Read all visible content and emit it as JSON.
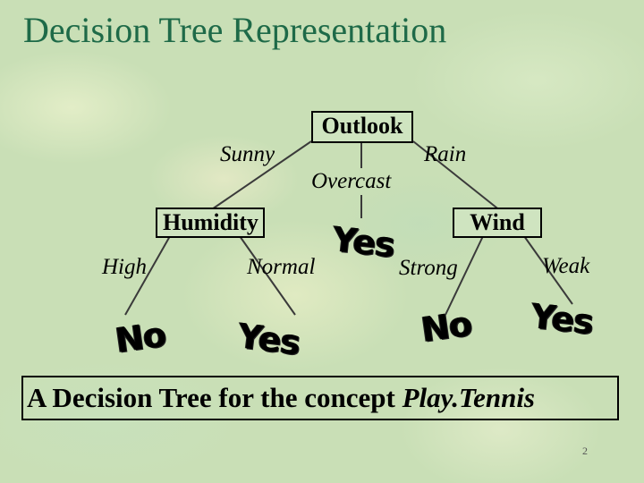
{
  "slide": {
    "title": "Decision Tree Representation",
    "page_number": "2"
  },
  "tree": {
    "root": {
      "label": "Outlook"
    },
    "edges": {
      "sunny": "Sunny",
      "overcast": "Overcast",
      "rain": "Rain",
      "high": "High",
      "normal": "Normal",
      "strong": "Strong",
      "weak": "Weak"
    },
    "nodes": {
      "humidity": "Humidity",
      "wind": "Wind"
    },
    "leaves": {
      "overcast_yes": "Yes",
      "high_no": "No",
      "normal_yes": "Yes",
      "strong_no": "No",
      "weak_yes": "Yes"
    }
  },
  "caption": {
    "prefix": "A Decision Tree for the concept ",
    "concept": "Play.Tennis"
  }
}
